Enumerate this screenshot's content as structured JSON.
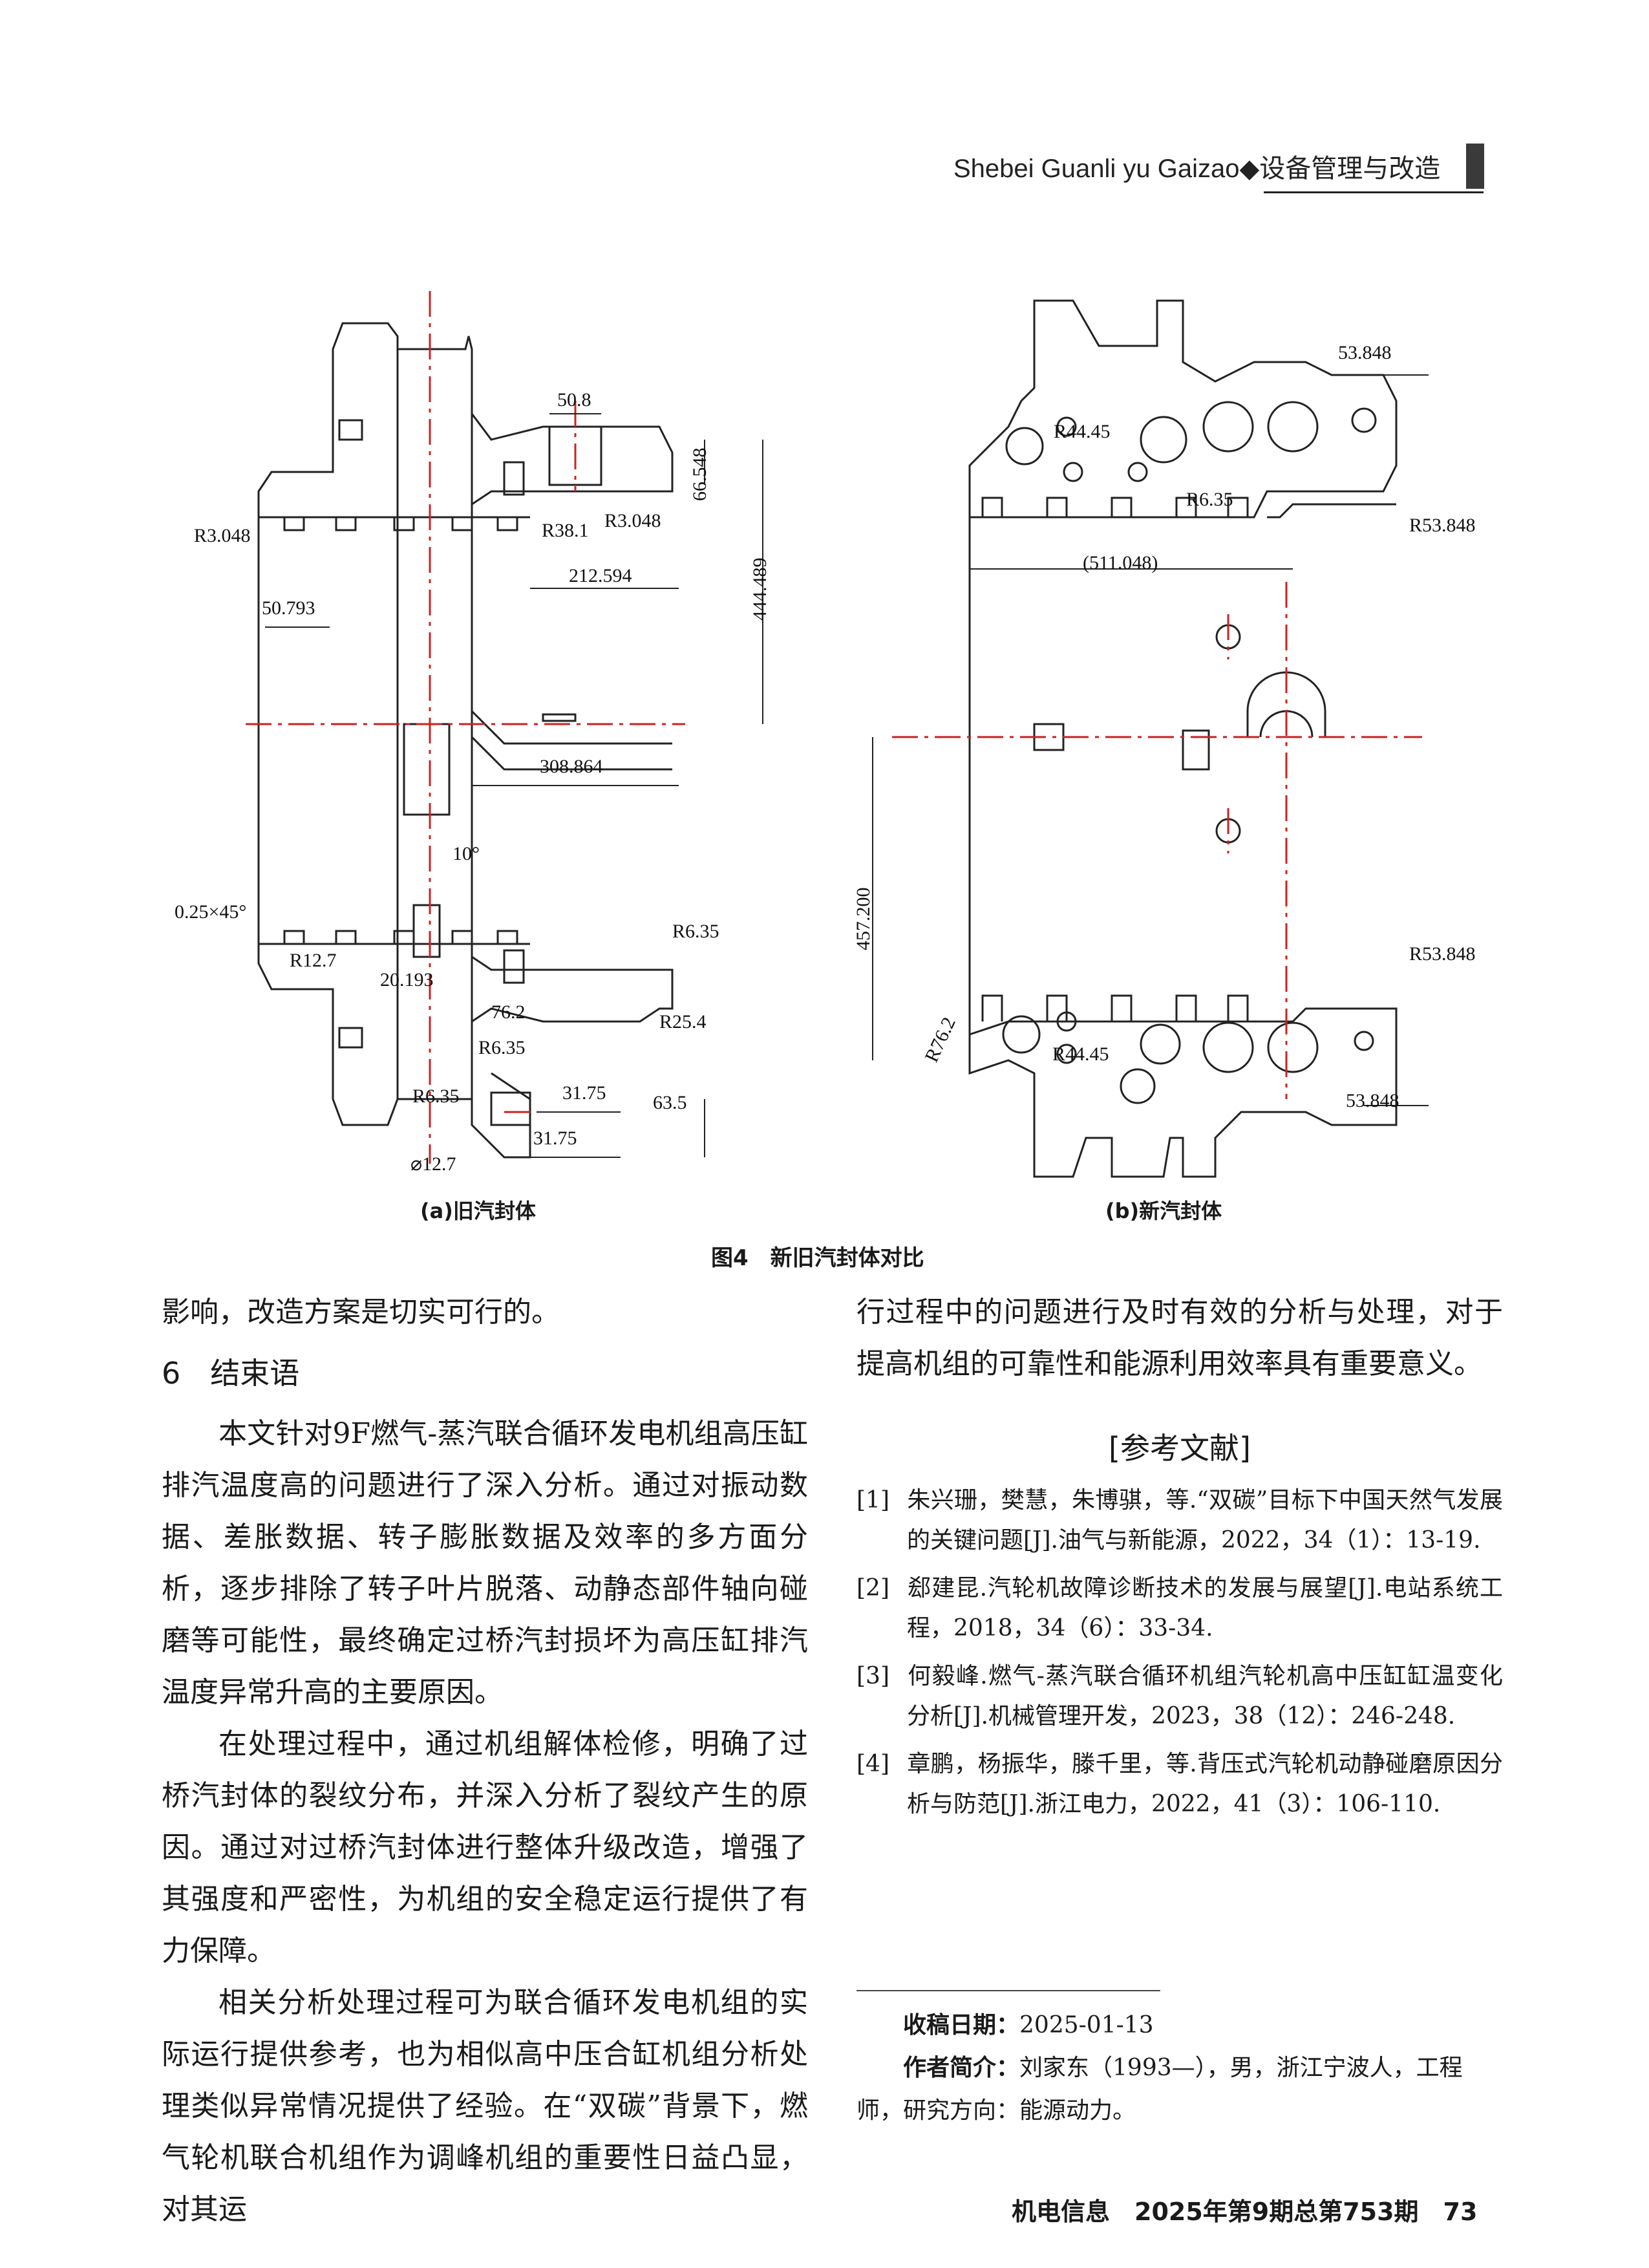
{
  "header": {
    "text": "Shebei Guanli yu Gaizao◆设备管理与改造"
  },
  "figure": {
    "caption": "图4　新旧汽封体对比",
    "sub_a": "(a)旧汽封体",
    "sub_b": "(b)新汽封体",
    "dims_a": {
      "d1": "50.8",
      "d2": "66.548",
      "d3": "R3.048",
      "d4": "R38.1",
      "d5": "R3.048",
      "d6": "212.594",
      "d7": "444.489",
      "d8": "50.793",
      "d9": "308.864",
      "d10": "10°",
      "d11": "0.25×45°",
      "d12": "R12.7",
      "d13": "R6.35",
      "d14": "20.193",
      "d15": "76.2",
      "d16": "R25.4",
      "d17": "R6.35",
      "d18": "R6.35",
      "d19": "31.75",
      "d20": "63.5",
      "d21": "31.75",
      "d22": "⌀12.7"
    },
    "dims_b": {
      "d1": "53.848",
      "d2": "R44.45",
      "d3": "R6.35",
      "d4": "R53.848",
      "d5": "(511.048)",
      "d6": "457.200",
      "d7": "R53.848",
      "d8": "R76.2",
      "d9": "R44.45",
      "d10": "53.848"
    }
  },
  "left_column": {
    "p0": "影响，改造方案是切实可行的。",
    "section_title": "6　结束语",
    "p1": "本文针对9F燃气-蒸汽联合循环发电机组高压缸排汽温度高的问题进行了深入分析。通过对振动数据、差胀数据、转子膨胀数据及效率的多方面分析，逐步排除了转子叶片脱落、动静态部件轴向碰磨等可能性，最终确定过桥汽封损坏为高压缸排汽温度异常升高的主要原因。",
    "p2": "在处理过程中，通过机组解体检修，明确了过桥汽封体的裂纹分布，并深入分析了裂纹产生的原因。通过对过桥汽封体进行整体升级改造，增强了其强度和严密性，为机组的安全稳定运行提供了有力保障。",
    "p3": "相关分析处理过程可为联合循环发电机组的实际运行提供参考，也为相似高中压合缸机组分析处理类似异常情况提供了经验。在“双碳”背景下，燃气轮机联合机组作为调峰机组的重要性日益凸显，对其运"
  },
  "right_column": {
    "p0": "行过程中的问题进行及时有效的分析与处理，对于提高机组的可靠性和能源利用效率具有重要意义。",
    "refs_title": "[参考文献]",
    "refs": [
      {
        "num": "[1]",
        "text": "朱兴珊，樊慧，朱博骐，等.“双碳”目标下中国天然气发展的关键问题[J].油气与新能源，2022，34（1）：13-19."
      },
      {
        "num": "[2]",
        "text": "郄建昆.汽轮机故障诊断技术的发展与展望[J].电站系统工程，2018，34（6）：33-34."
      },
      {
        "num": "[3]",
        "text": "何毅峰.燃气-蒸汽联合循环机组汽轮机高中压缸缸温变化分析[J].机械管理开发，2023，38（12）：246-248."
      },
      {
        "num": "[4]",
        "text": "章鹏，杨振华，滕千里，等.背压式汽轮机动静碰磨原因分析与防范[J].浙江电力，2022，41（3）：106-110."
      }
    ],
    "received_label": "收稿日期：",
    "received_date": "2025-01-13",
    "author_label": "作者简介：",
    "author_text": "刘家东（1993—），男，浙江宁波人，工程师，研究方向：能源动力。"
  },
  "footer": {
    "text": "机电信息　2025年第9期总第753期　73"
  }
}
